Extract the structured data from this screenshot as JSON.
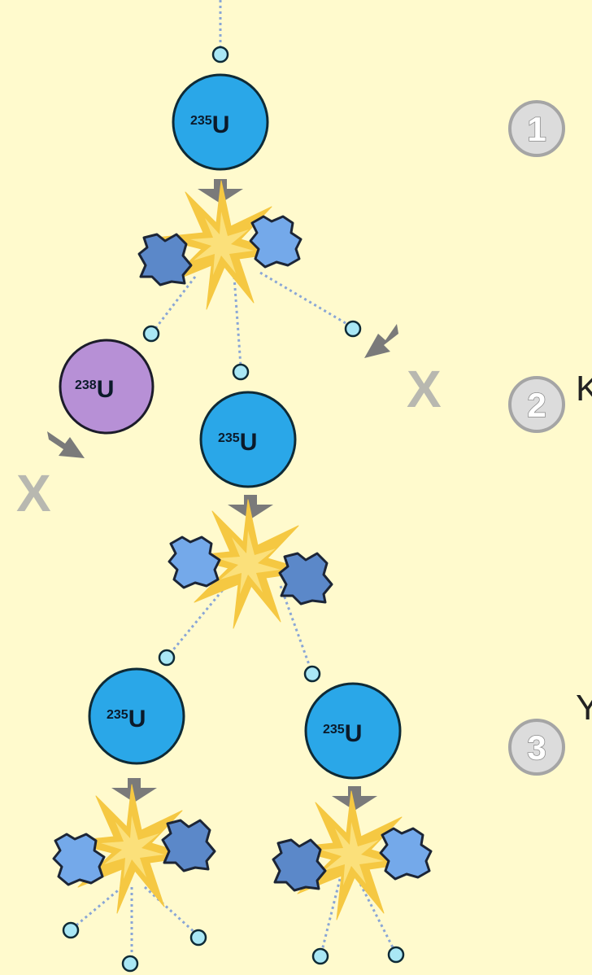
{
  "steps": [
    "1",
    "2",
    "3"
  ],
  "atoms": {
    "u235": {
      "mass": "235",
      "symbol": "U",
      "color": "#2aa7e8"
    },
    "u238": {
      "mass": "238",
      "symbol": "U",
      "color": "#b790d6"
    }
  },
  "blocked_mark": "X",
  "edge_marks": [
    "K",
    "Y"
  ],
  "colors": {
    "background": "#fffacd",
    "neutron": "#a9e7f5",
    "fragment_light": "#74a9ea",
    "fragment_dark": "#5b88c9",
    "burst": "#f5c842",
    "arrow": "#7a7a7a",
    "dotted_path": "#8aa6d6"
  },
  "icons": [
    "neutron-icon",
    "fission-burst-icon",
    "nuclear-fragment-icon",
    "down-arrow-icon",
    "blocked-x-icon"
  ]
}
